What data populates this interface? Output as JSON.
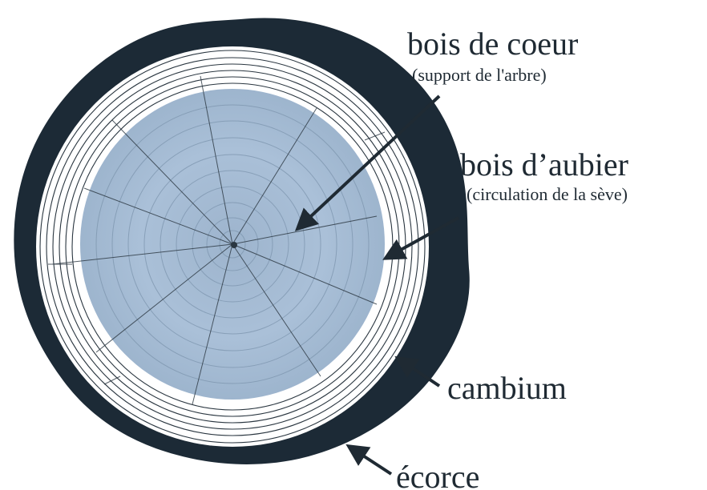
{
  "diagram": {
    "labels": {
      "heartwood": {
        "title": "bois de coeur",
        "subtitle": "(support de l'arbre)"
      },
      "sapwood": {
        "title": "bois d’aubier",
        "subtitle": "(circulation de la sève)"
      },
      "cambium": {
        "title": "cambium"
      },
      "bark": {
        "title": "écorce"
      }
    },
    "colors": {
      "bark": "#1c2a36",
      "sapwood": "#ffffff",
      "heartwood": "#a9bfd6",
      "ring_line": "#2a3640",
      "text": "#1f2a33"
    }
  }
}
